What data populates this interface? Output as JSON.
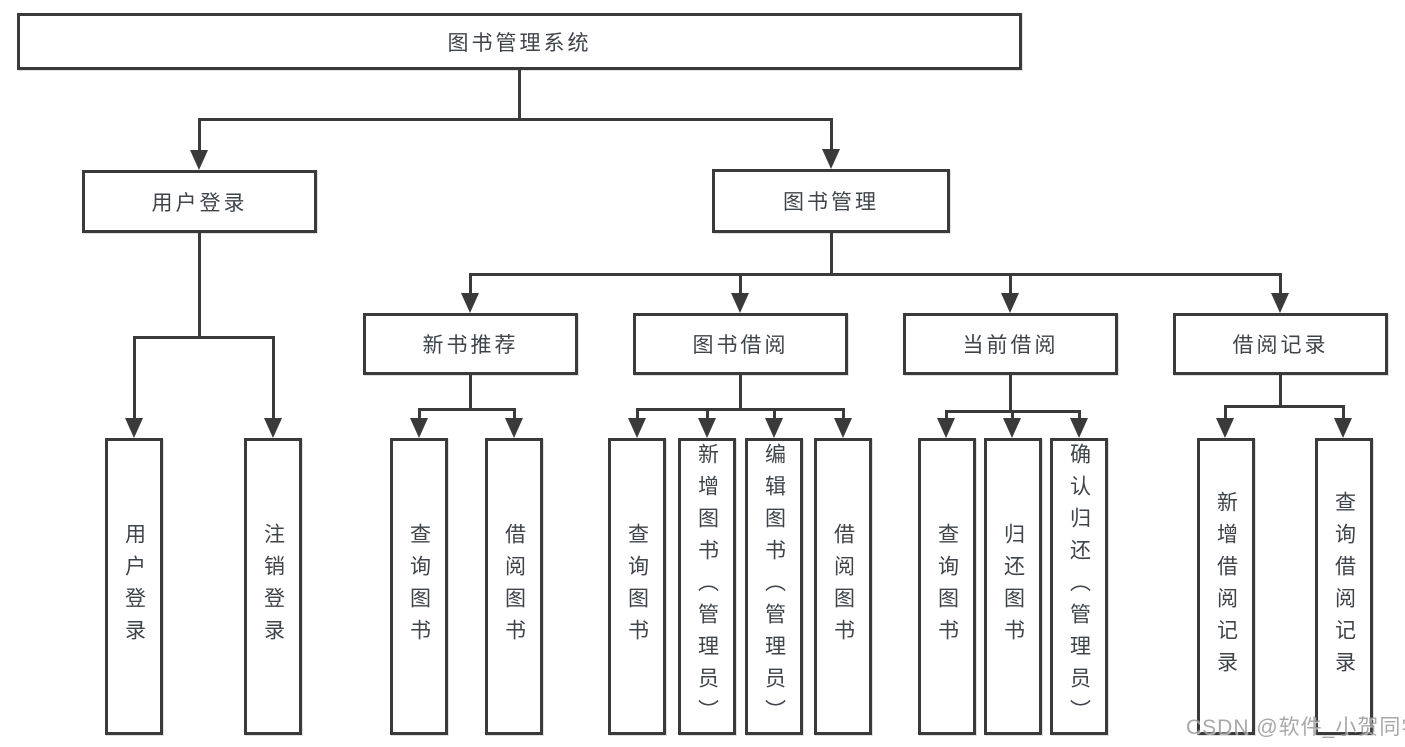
{
  "tree": {
    "root": {
      "label": "图书管理系统",
      "children": [
        {
          "label": "用户登录",
          "children": [
            {
              "label": "用户登录"
            },
            {
              "label": "注销登录"
            }
          ]
        },
        {
          "label": "图书管理",
          "children": [
            {
              "label": "新书推荐",
              "children": [
                {
                  "label": "查询图书"
                },
                {
                  "label": "借阅图书"
                }
              ]
            },
            {
              "label": "图书借阅",
              "children": [
                {
                  "label": "查询图书"
                },
                {
                  "label": "新增图书（管理员）"
                },
                {
                  "label": "编辑图书（管理员）"
                },
                {
                  "label": "借阅图书"
                }
              ]
            },
            {
              "label": "当前借阅",
              "children": [
                {
                  "label": "查询图书"
                },
                {
                  "label": "归还图书"
                },
                {
                  "label": "确认归还（管理员）"
                }
              ]
            },
            {
              "label": "借阅记录",
              "children": [
                {
                  "label": "新增借阅记录"
                },
                {
                  "label": "查询借阅记录"
                }
              ]
            }
          ]
        }
      ]
    }
  },
  "watermark": {
    "text": "CSDN @软件_小贺同学"
  },
  "colors": {
    "line": "#3a3a3a",
    "text": "#3f444b",
    "watermark": "#9a9a9a",
    "background": "#ffffff"
  }
}
